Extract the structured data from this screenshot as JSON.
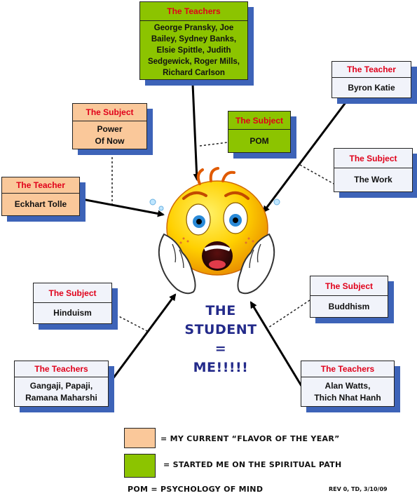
{
  "teachers_top": {
    "header": "The Teachers",
    "body": "George Pransky, Joe\nBailey, Sydney Banks,\nElsie Spittle, Judith\nSedgewick, Roger Mills,\nRichard Carlson"
  },
  "byron": {
    "header": "The Teacher",
    "body": "Byron Katie"
  },
  "subject_power": {
    "header": "The Subject",
    "body": "Power\nOf Now"
  },
  "subject_pom": {
    "header": "The Subject",
    "body": "POM"
  },
  "subject_work": {
    "header": "The Subject",
    "body": "The Work"
  },
  "eckhart": {
    "header": "The Teacher",
    "body": "Eckhart Tolle"
  },
  "subject_hinduism": {
    "header": "The Subject",
    "body": "Hinduism"
  },
  "subject_buddhism": {
    "header": "The Subject",
    "body": "Buddhism"
  },
  "teachers_left": {
    "header": "The Teachers",
    "body": "Gangaji, Papaji,\nRamana Maharshi"
  },
  "teachers_right": {
    "header": "The Teachers",
    "body": "Alan Watts,\nThich Nhat Hanh"
  },
  "student_label": "THE\nSTUDENT =\nME!!!!!",
  "legend": {
    "orange_text": "= MY CURRENT “FLAVOR OF THE YEAR”",
    "green_text": "= STARTED ME ON THE SPIRITUAL PATH",
    "orange_color": "#fac89a",
    "green_color": "#8cc400"
  },
  "footnote": "POM = PSYCHOLOGY OF MIND",
  "revision": "REV 0, TD, 3/10/09"
}
